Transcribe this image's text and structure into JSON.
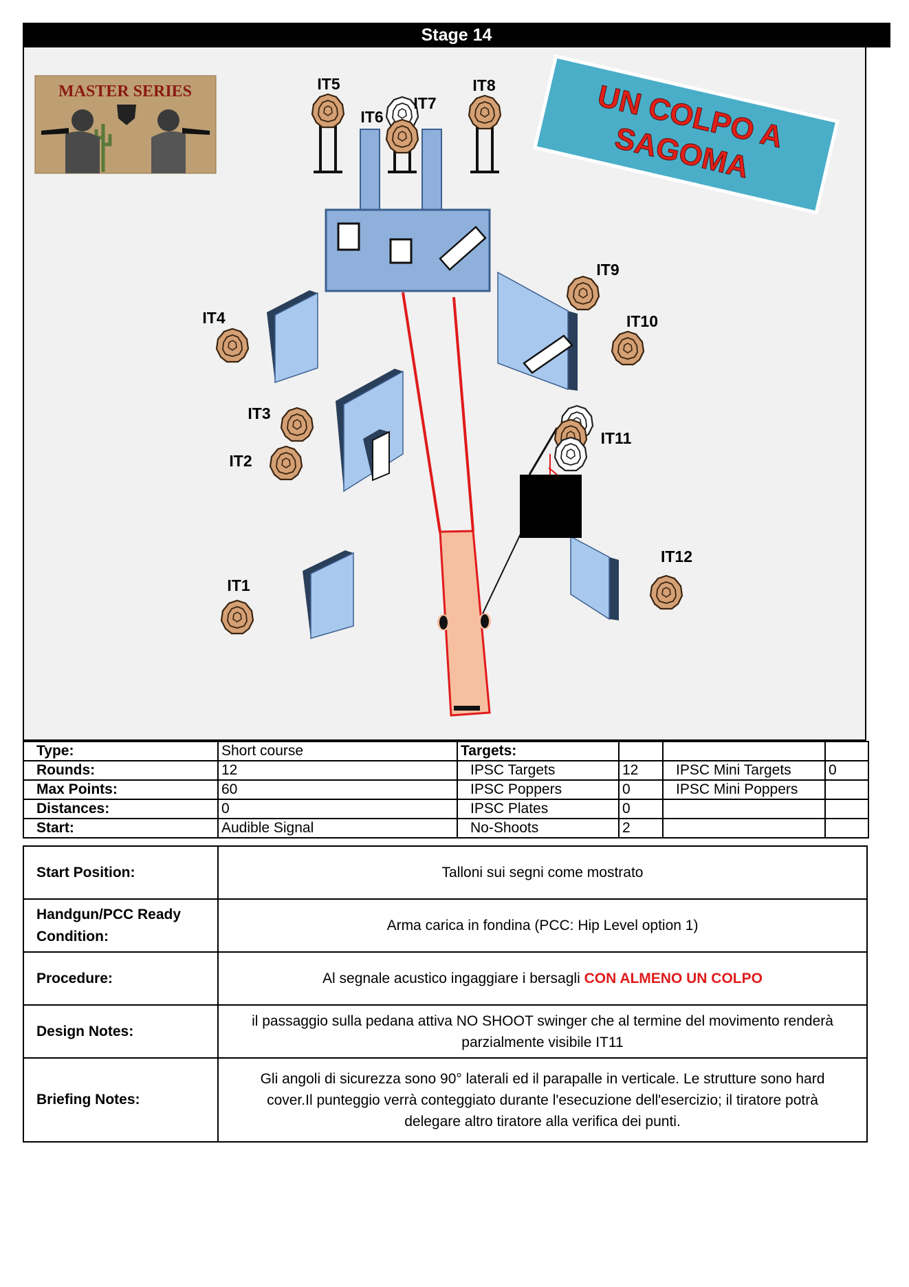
{
  "header": {
    "title": "Stage 14"
  },
  "logo": {
    "text": "MASTER SERIES"
  },
  "banner": {
    "line1": "UN COLPO A",
    "line2": "SAGOMA"
  },
  "targets": [
    {
      "label": "IT1"
    },
    {
      "label": "IT2"
    },
    {
      "label": "IT3"
    },
    {
      "label": "IT4"
    },
    {
      "label": "IT5"
    },
    {
      "label": "IT6"
    },
    {
      "label": "IT7"
    },
    {
      "label": "IT8"
    },
    {
      "label": "IT9"
    },
    {
      "label": "IT10"
    },
    {
      "label": "IT11"
    },
    {
      "label": "IT12"
    }
  ],
  "info": {
    "type_label": "Type:",
    "type_value": "Short course",
    "targets_label": "Targets:",
    "rounds_label": "Rounds:",
    "rounds_value": "12",
    "ipsc_targets_label": "IPSC Targets",
    "ipsc_targets_value": "12",
    "mini_targets_label": "IPSC Mini Targets",
    "mini_targets_value": "0",
    "maxpoints_label": "Max Points:",
    "maxpoints_value": "60",
    "poppers_label": "IPSC Poppers",
    "poppers_value": "0",
    "mini_poppers_label": "IPSC Mini Poppers",
    "mini_poppers_value": "",
    "distances_label": "Distances:",
    "distances_value": "0",
    "plates_label": "IPSC Plates",
    "plates_value": "0",
    "start_label": "Start:",
    "start_value": "Audible Signal",
    "noshoots_label": "No-Shoots",
    "noshoots_value": "2"
  },
  "notes": {
    "start_position_label": "Start Position:",
    "start_position_value": "Talloni sui segni come mostrato",
    "ready_label_1": "Handgun/PCC Ready",
    "ready_label_2": "Condition:",
    "ready_value": "Arma carica in fondina (PCC: Hip Level option 1)",
    "procedure_label": "Procedure:",
    "procedure_value": "Al segnale acustico ingaggiare i bersagli ",
    "procedure_highlight": "CON ALMENO UN COLPO",
    "design_label": "Design Notes:",
    "design_line1": "il passaggio sulla pedana attiva NO SHOOT swinger che al termine del movimento renderà",
    "design_line2": "parzialmente visibile IT11",
    "briefing_label": "Briefing Notes:",
    "briefing_line1": "Gli angoli di sicurezza sono 90° laterali ed il parapalle in verticale. Le strutture sono hard",
    "briefing_line2": "cover.Il punteggio verrà conteggiato durante l'esecuzione dell'esercizio; il tiratore potrà",
    "briefing_line3": "delegare altro tiratore alla verifica  dei punti."
  }
}
